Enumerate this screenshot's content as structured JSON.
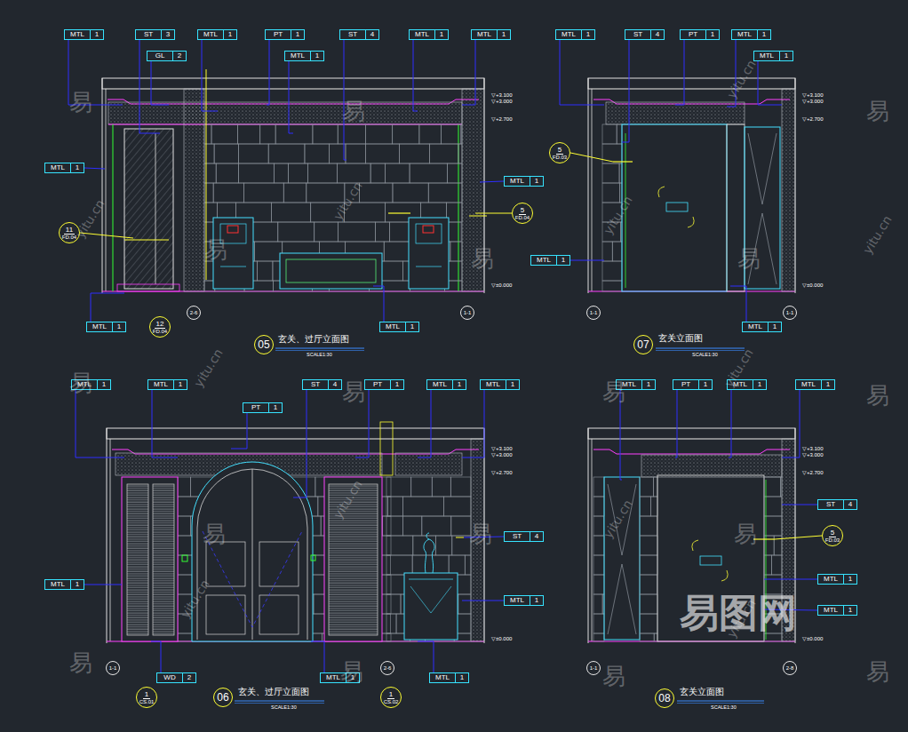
{
  "diagram": {
    "nodes": [
      {
        "text": [
          "MTL",
          "1"
        ]
      },
      {
        "text": [
          "ST",
          "3"
        ]
      },
      {
        "text": [
          "MTL",
          "1"
        ]
      },
      {
        "text": [
          "PT",
          "1"
        ]
      },
      {
        "text": [
          "ST",
          "4"
        ]
      },
      {
        "text": [
          "MTL",
          "1"
        ]
      },
      {
        "text": [
          "MTL",
          "1"
        ]
      },
      {
        "text": [
          "GL",
          "2"
        ]
      },
      {
        "text": [
          "MTL",
          "1"
        ]
      },
      {
        "text": [
          "MTL",
          "1"
        ]
      },
      {
        "text": [
          "11",
          "FD.04"
        ]
      },
      {
        "text": [
          "MTL",
          "1"
        ]
      },
      {
        "text": [
          "12",
          "FD.04"
        ]
      },
      {
        "text": [
          "2-6"
        ]
      },
      {
        "text": [
          "1-1"
        ]
      },
      {
        "text": [
          "MTL",
          "1"
        ]
      },
      {
        "text": [
          "MTL",
          "1"
        ]
      },
      {
        "text": [
          "5",
          "FD.04"
        ]
      },
      {
        "text": [
          "05"
        ]
      },
      {
        "text": [
          "MTL",
          "1"
        ]
      },
      {
        "text": [
          "ST",
          "4"
        ]
      },
      {
        "text": [
          "PT",
          "1"
        ]
      },
      {
        "text": [
          "MTL",
          "1"
        ]
      },
      {
        "text": [
          "MTL",
          "1"
        ]
      },
      {
        "text": [
          "5",
          "FD.03"
        ]
      },
      {
        "text": [
          "MTL",
          "1"
        ]
      },
      {
        "text": [
          "1-1"
        ]
      },
      {
        "text": [
          "1-1"
        ]
      },
      {
        "text": [
          "MTL",
          "1"
        ]
      },
      {
        "text": [
          "07"
        ]
      },
      {
        "text": [
          "MTL",
          "1"
        ]
      },
      {
        "text": [
          "MTL",
          "1"
        ]
      },
      {
        "text": [
          "ST",
          "4"
        ]
      },
      {
        "text": [
          "PT",
          "1"
        ]
      },
      {
        "text": [
          "MTL",
          "1"
        ]
      },
      {
        "text": [
          "MTL",
          "1"
        ]
      },
      {
        "text": [
          "PT",
          "1"
        ]
      },
      {
        "text": [
          "MTL",
          "1"
        ]
      },
      {
        "text": [
          "ST",
          "4"
        ]
      },
      {
        "text": [
          "MTL",
          "1"
        ]
      },
      {
        "text": [
          "1-1"
        ]
      },
      {
        "text": [
          "WD",
          "2"
        ]
      },
      {
        "text": [
          "1",
          "CS.01"
        ]
      },
      {
        "text": [
          "MTL",
          "1"
        ]
      },
      {
        "text": [
          "2-6"
        ]
      },
      {
        "text": [
          "MTL",
          "1"
        ]
      },
      {
        "text": [
          "1",
          "CS.02"
        ]
      },
      {
        "text": [
          "06"
        ]
      },
      {
        "text": [
          "MTL",
          "1"
        ]
      },
      {
        "text": [
          "PT",
          "1"
        ]
      },
      {
        "text": [
          "MTL",
          "1"
        ]
      },
      {
        "text": [
          "MTL",
          "1"
        ]
      },
      {
        "text": [
          "ST",
          "4"
        ]
      },
      {
        "text": [
          "5",
          "FD.03"
        ]
      },
      {
        "text": [
          "MTL",
          "1"
        ]
      },
      {
        "text": [
          "MTL",
          "1"
        ]
      },
      {
        "text": [
          "1-1"
        ]
      },
      {
        "text": [
          "2-8"
        ]
      },
      {
        "text": [
          "08"
        ]
      }
    ],
    "labels": [
      "玄关、过厅立面图",
      "SCALE1:30",
      "玄关立面图",
      "SCALE1:30",
      "玄关、过厅立面图",
      "SCALE1:30",
      "玄关立面图",
      "SCALE1:30",
      "▽+3.100",
      "▽+3.000",
      "▽+2.700",
      "▽±0.000",
      "▽+3.100",
      "▽+3.000",
      "▽+2.700",
      "▽±0.000",
      "▽+3.100",
      "▽+3.000",
      "▽+2.700",
      "▽±0.000",
      "▽+3.100",
      "▽+3.000",
      "▽+2.700",
      "▽±0.000",
      "易",
      "易",
      "易",
      "易",
      "易",
      "易",
      "易",
      "易",
      "易",
      "易",
      "易",
      "易",
      "易",
      "易",
      "易",
      "易",
      "易",
      "yitu.cn",
      "yitu.cn",
      "yitu.cn",
      "yitu.cn",
      "yitu.cn",
      "yitu.cn",
      "yitu.cn",
      "yitu.cn",
      "yitu.cn",
      "yitu.cn",
      "yitu.cn",
      "易图网"
    ]
  }
}
